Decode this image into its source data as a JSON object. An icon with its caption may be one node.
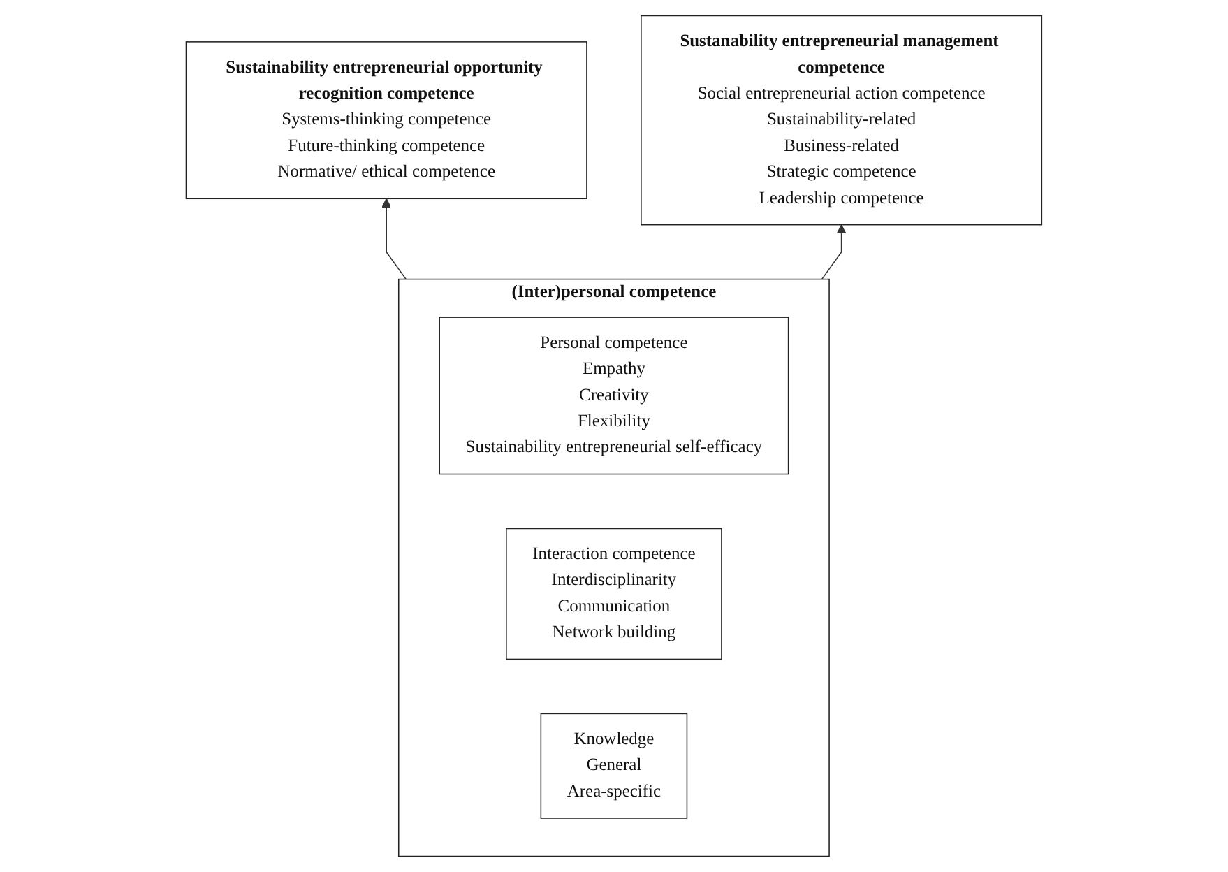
{
  "diagram": {
    "nodes": [
      {
        "text": [
          "Sustainability entrepreneurial opportunity recognition competence",
          "Systems-thinking competence",
          "Future-thinking competence",
          "Normative/ ethical competence"
        ]
      },
      {
        "text": [
          "Sustanability entrepreneurial management competence",
          "Social entrepreneurial action competence",
          "Sustainability-related",
          "Business-related",
          "Strategic competence",
          "Leadership competence"
        ]
      },
      {
        "text": [
          "(Inter)personal competence"
        ]
      },
      {
        "text": [
          "Personal competence",
          "Empathy",
          "Creativity",
          "Flexibility",
          "Sustainability entrepreneurial self-efficacy"
        ],
        "in": 2
      },
      {
        "text": [
          "Interaction competence",
          "Interdisciplinarity",
          "Communication",
          "Network building"
        ],
        "in": 2
      },
      {
        "text": [
          "Knowledge",
          "General",
          "Area-specific"
        ],
        "in": 2
      }
    ],
    "edges": [
      {
        "from": 2,
        "to": 0,
        "arrow": "to"
      },
      {
        "from": 2,
        "to": 1,
        "arrow": "to"
      }
    ]
  }
}
